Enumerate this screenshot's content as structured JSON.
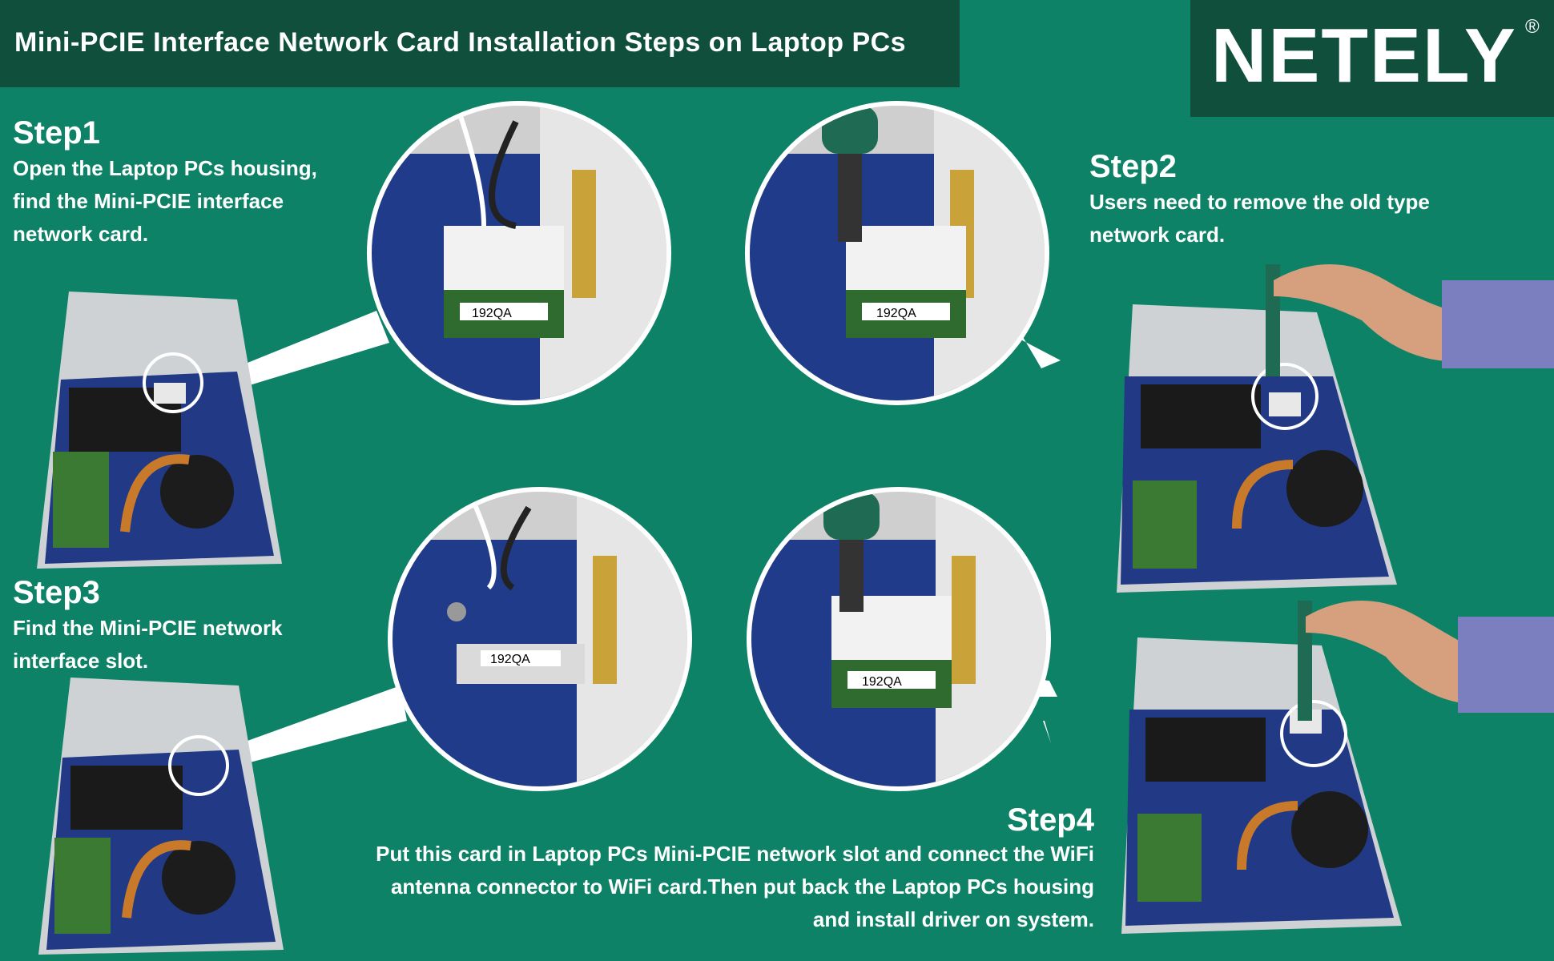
{
  "header": {
    "title": "Mini-PCIE Interface Network Card Installation Steps on Laptop PCs"
  },
  "brand": {
    "logo_text": "NETELY",
    "registered": "®"
  },
  "steps": {
    "step1": {
      "heading": "Step1",
      "lines": [
        "Open the Laptop PCs housing,",
        "find the Mini-PCIE interface",
        "network card."
      ]
    },
    "step2": {
      "heading": "Step2",
      "lines": [
        "Users need to remove the old type",
        "network card."
      ]
    },
    "step3": {
      "heading": "Step3",
      "lines": [
        "Find the Mini-PCIE network",
        "interface slot."
      ]
    },
    "step4": {
      "heading": "Step4",
      "lines": [
        "Put this card in Laptop PCs Mini-PCIE network slot and connect the WiFi",
        "antenna connector to WiFi card.Then put back the Laptop PCs housing",
        "and install driver on system."
      ]
    }
  },
  "card_label": "192QA",
  "colors": {
    "background": "#0d8266",
    "header_bar": "#0f4f3b",
    "text": "#ffffff"
  }
}
